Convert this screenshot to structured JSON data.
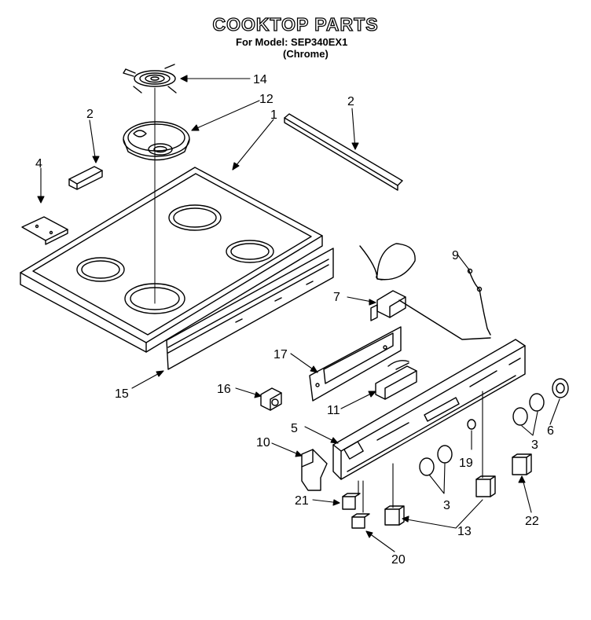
{
  "header": {
    "title": "COOKTOP PARTS",
    "model_line": "For Model: SEP340EX1",
    "finish_line": "(Chrome)"
  },
  "callouts": [
    "14",
    "12",
    "1",
    "2",
    "2",
    "4",
    "9",
    "7",
    "17",
    "15",
    "16",
    "11",
    "5",
    "10",
    "21",
    "20",
    "13",
    "3",
    "3",
    "6",
    "19",
    "3",
    "22"
  ]
}
